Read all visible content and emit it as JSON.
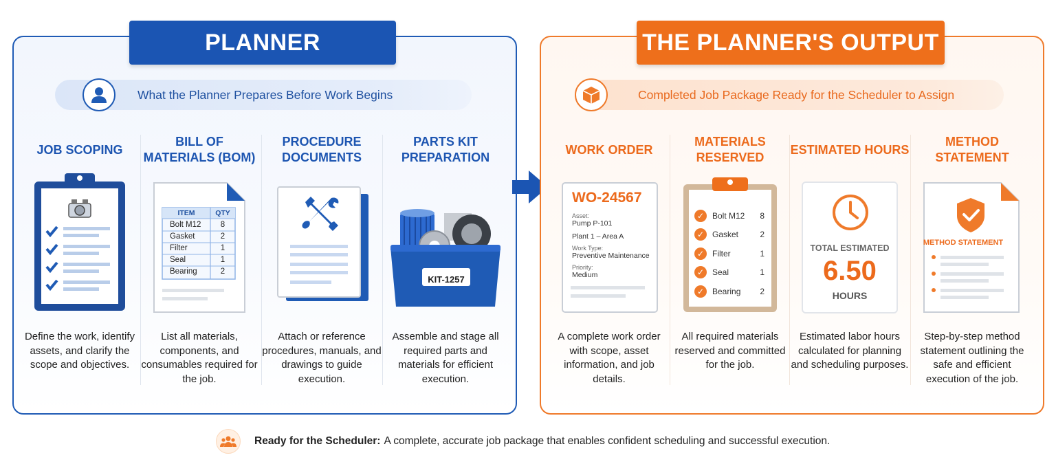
{
  "planner": {
    "title": "PLANNER",
    "subtitle": "What the Planner Prepares Before Work Begins",
    "columns": [
      {
        "title": "JOB SCOPING",
        "desc": "Define the work, identify assets, and clarify the scope and objectives."
      },
      {
        "title": "BILL OF MATERIALS (BOM)",
        "desc": "List all materials, components, and consumables required for the job."
      },
      {
        "title": "PROCEDURE DOCUMENTS",
        "desc": "Attach or reference procedures, manuals, and drawings to guide execution."
      },
      {
        "title": "PARTS KIT PREPARATION",
        "desc": "Assemble and stage all required parts and materials for efficient execution."
      }
    ],
    "bom": {
      "headers": [
        "ITEM",
        "QTY"
      ],
      "rows": [
        [
          "Bolt M12",
          "8"
        ],
        [
          "Gasket",
          "2"
        ],
        [
          "Filter",
          "1"
        ],
        [
          "Seal",
          "1"
        ],
        [
          "Bearing",
          "2"
        ]
      ]
    },
    "kit_label": "KIT-1257"
  },
  "output": {
    "title": "THE PLANNER'S OUTPUT",
    "subtitle": "Completed Job Package Ready for the Scheduler to Assign",
    "columns": [
      {
        "title": "WORK ORDER",
        "desc": "A complete work order with scope, asset information, and job details."
      },
      {
        "title": "MATERIALS RESERVED",
        "desc": "All required materials reserved and committed for the job."
      },
      {
        "title": "ESTIMATED HOURS",
        "desc": "Estimated labor hours calculated for planning and scheduling purposes."
      },
      {
        "title": "METHOD STATEMENT",
        "desc": "Step-by-step method statement outlining the safe and efficient execution of the job."
      }
    ],
    "work_order": {
      "number": "WO-24567",
      "asset_label": "Asset:",
      "asset_value": "Pump P-101",
      "location": "Plant 1 – Area A",
      "work_type_label": "Work Type:",
      "work_type_value": "Preventive Maintenance",
      "priority_label": "Priority:",
      "priority_value": "Medium"
    },
    "reserved": [
      [
        "Bolt M12",
        "8"
      ],
      [
        "Gasket",
        "2"
      ],
      [
        "Filter",
        "1"
      ],
      [
        "Seal",
        "1"
      ],
      [
        "Bearing",
        "2"
      ]
    ],
    "hours": {
      "label": "TOTAL ESTIMATED",
      "value": "6.50",
      "unit": "HOURS"
    },
    "method_doc_title": "METHOD STATEMENT"
  },
  "footer": {
    "bold": "Ready for the Scheduler:",
    "text": "A complete, accurate job package that enables confident scheduling and successful execution."
  },
  "colors": {
    "blue": "#1b55b3",
    "orange": "#ee6f1b"
  }
}
